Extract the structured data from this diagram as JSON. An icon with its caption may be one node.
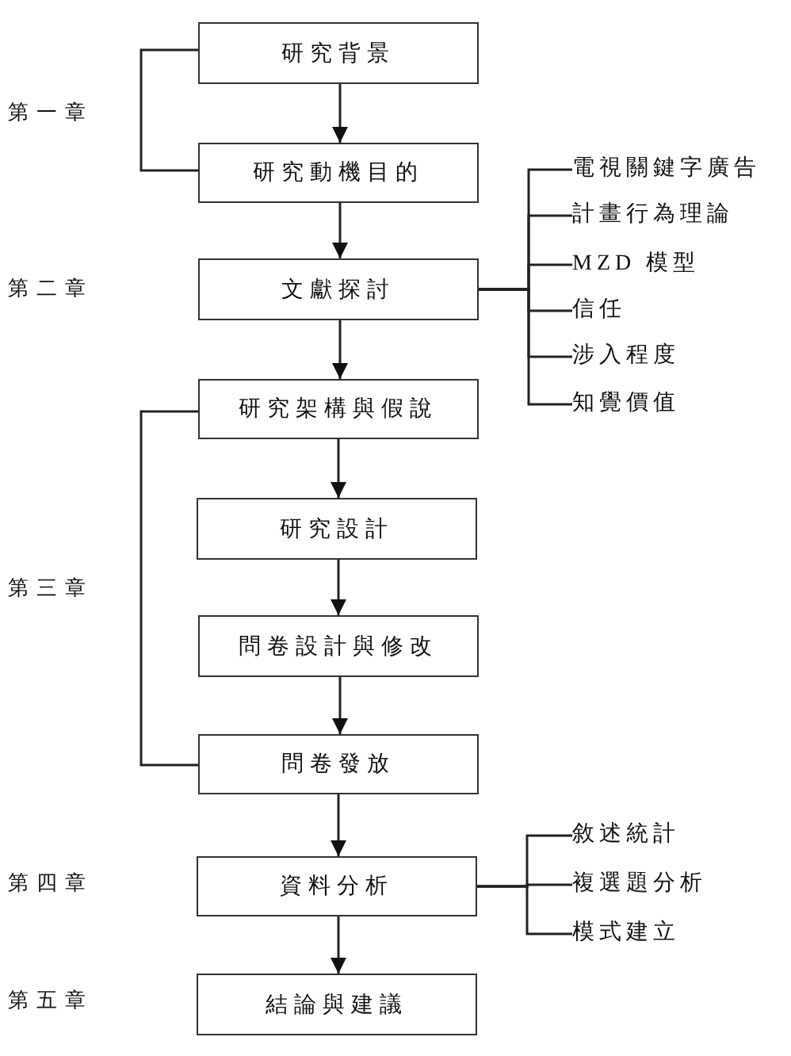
{
  "diagram": {
    "nodes": [
      {
        "text": [
          "研究背景"
        ]
      },
      {
        "text": [
          "研究動機目的"
        ]
      },
      {
        "text": [
          "文獻探討"
        ]
      },
      {
        "text": [
          "電視關鍵字廣告"
        ]
      },
      {
        "text": [
          "計畫行為理論"
        ]
      },
      {
        "text": [
          "MZD 模型"
        ]
      },
      {
        "text": [
          "信任"
        ]
      },
      {
        "text": [
          "涉入程度"
        ]
      },
      {
        "text": [
          "知覺價值"
        ]
      },
      {
        "text": [
          "研究架構與假說"
        ]
      },
      {
        "text": [
          "研究設計"
        ]
      },
      {
        "text": [
          "問卷設計與修改"
        ]
      },
      {
        "text": [
          "問卷發放"
        ]
      },
      {
        "text": [
          "資料分析"
        ]
      },
      {
        "text": [
          "敘述統計"
        ]
      },
      {
        "text": [
          "複選題分析"
        ]
      },
      {
        "text": [
          "模式建立"
        ]
      },
      {
        "text": [
          "結論與建議"
        ]
      }
    ],
    "edges": [
      {
        "from": 0,
        "to": 1,
        "arrow": "to"
      },
      {
        "from": 1,
        "to": 2,
        "arrow": "to"
      },
      {
        "from": 2,
        "to": 3,
        "arrow": "none"
      },
      {
        "from": 2,
        "to": 4,
        "arrow": "none"
      },
      {
        "from": 2,
        "to": 5,
        "arrow": "none"
      },
      {
        "from": 2,
        "to": 6,
        "arrow": "none"
      },
      {
        "from": 2,
        "to": 7,
        "arrow": "none"
      },
      {
        "from": 2,
        "to": 8,
        "arrow": "none"
      },
      {
        "from": 2,
        "to": 9,
        "arrow": "to"
      },
      {
        "from": 9,
        "to": 10,
        "arrow": "to"
      },
      {
        "from": 10,
        "to": 11,
        "arrow": "to"
      },
      {
        "from": 11,
        "to": 12,
        "arrow": "to"
      },
      {
        "from": 12,
        "to": 13,
        "arrow": "to"
      },
      {
        "from": 13,
        "to": 14,
        "arrow": "none"
      },
      {
        "from": 13,
        "to": 15,
        "arrow": "none"
      },
      {
        "from": 13,
        "to": 16,
        "arrow": "none"
      },
      {
        "from": 13,
        "to": 17,
        "arrow": "to"
      }
    ],
    "labels": [
      "第一章",
      "第二章",
      "第三章",
      "第四章",
      "第五章"
    ]
  }
}
